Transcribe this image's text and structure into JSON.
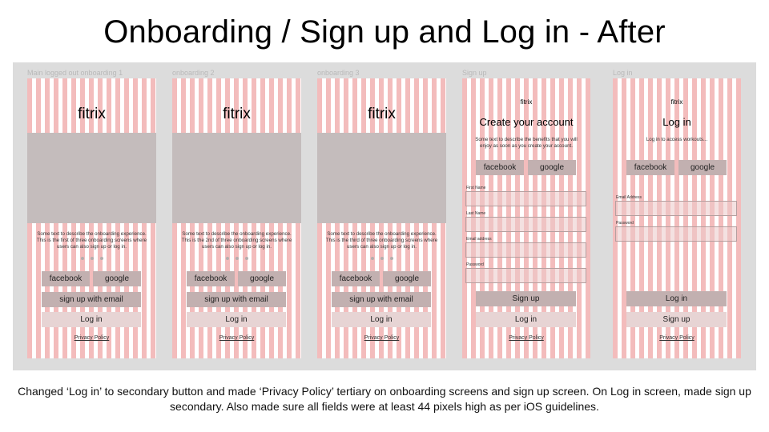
{
  "title": "Onboarding / Sign up and Log in - After",
  "screens": [
    {
      "label": "Main logged out onboarding 1",
      "logo": "fitrix",
      "description": "Some text to describe the onboarding experience. This is the first of three onboarding screens where users can also sign up or log in.",
      "facebook": "facebook",
      "google": "google",
      "signup_email": "sign up with email",
      "login": "Log in",
      "privacy": "Privacy Policy"
    },
    {
      "label": "onboarding 2",
      "logo": "fitrix",
      "description": "Some text to describe the onboarding experience. This is the 2nd of three onboarding screens where users can also sign up or log in.",
      "facebook": "facebook",
      "google": "google",
      "signup_email": "sign up with email",
      "login": "Log in",
      "privacy": "Privacy Policy"
    },
    {
      "label": "onboarding 3",
      "logo": "fitrix",
      "description": "Some text to describe the onboarding experience. This is the third of three onboarding screens where users can also sign up or log in.",
      "facebook": "facebook",
      "google": "google",
      "signup_email": "sign up with email",
      "login": "Log in",
      "privacy": "Privacy Policy"
    },
    {
      "label": "Sign up",
      "logo": "fitrix",
      "heading": "Create your account",
      "description": "Some text to describe the benefits that you will enjoy as soon as you create your account.",
      "facebook": "facebook",
      "google": "google",
      "fields": [
        "First Name",
        "Last Name",
        "Email address",
        "Password"
      ],
      "primary": "Sign up",
      "secondary": "Log in",
      "privacy": "Privacy Policy"
    },
    {
      "label": "Log in",
      "logo": "fitrix",
      "heading": "Log in",
      "description": "Log in to access workouts...",
      "facebook": "facebook",
      "google": "google",
      "fields": [
        "Email Address",
        "Password"
      ],
      "primary": "Log in",
      "secondary": "Sign up",
      "privacy": "Privacy Policy"
    }
  ],
  "caption": "Changed ‘Log in’ to secondary button and made ‘Privacy Policy’ tertiary on onboarding screens and sign up screen. On Log in screen, made sign up secondary. Also made sure all fields were at least 44 pixels high as per iOS guidelines."
}
